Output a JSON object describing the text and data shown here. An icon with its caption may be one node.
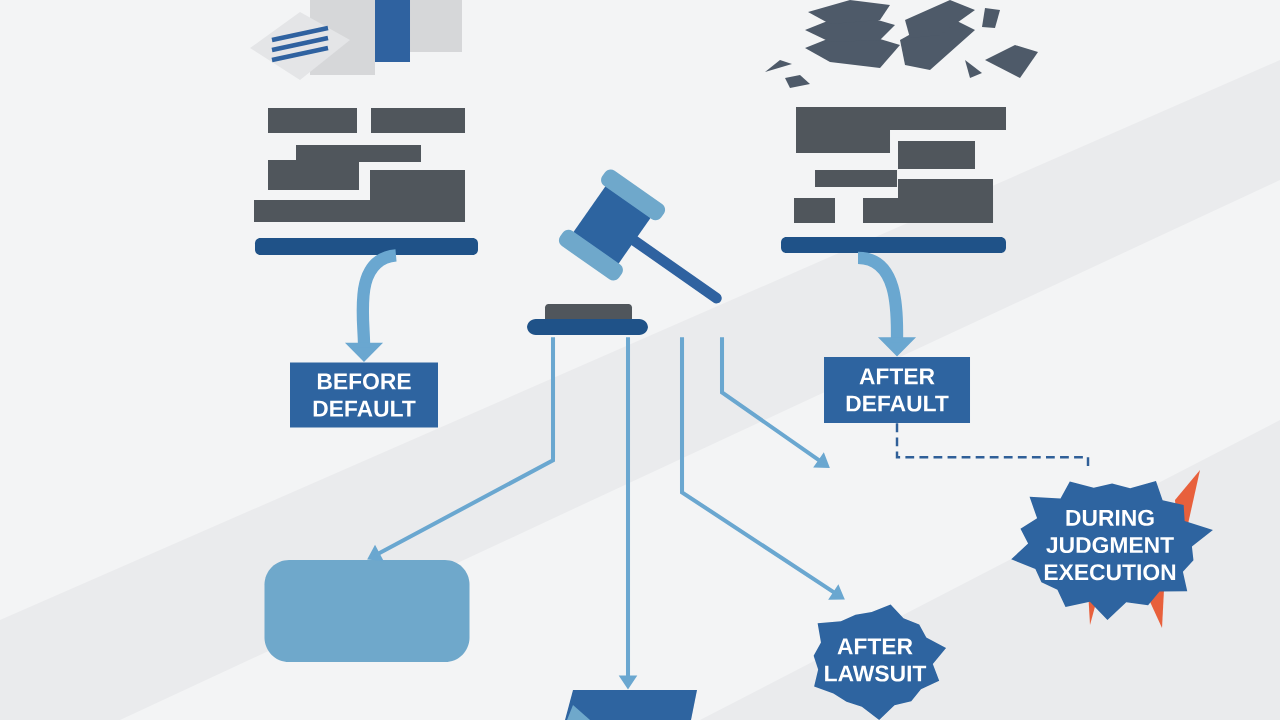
{
  "diagram": {
    "nodes": [
      {
        "text": [],
        "shape": "picture"
      },
      {
        "text": [],
        "shape": "picture"
      },
      {
        "text": [
          "BEFORE DEFAULT"
        ]
      },
      {
        "text": [],
        "shape": "picture"
      },
      {
        "text": [],
        "shape": "picture"
      },
      {
        "text": [
          "AFTER DEFAULT"
        ]
      },
      {
        "text": [],
        "shape": "picture"
      },
      {
        "text": [],
        "shape": "box"
      },
      {
        "text": [],
        "shape": "box"
      },
      {
        "text": [
          "AFTER LAWSUIT"
        ]
      },
      {
        "text": [
          "DURING JUDGMENT EXECUTION"
        ]
      }
    ],
    "edges": [
      {
        "from": 1,
        "to": 2,
        "arrow": "to",
        "style": "thick"
      },
      {
        "from": 4,
        "to": 5,
        "arrow": "to",
        "style": "thick"
      },
      {
        "from": 6,
        "to": 7,
        "arrow": "to"
      },
      {
        "from": 6,
        "to": 8,
        "arrow": "to"
      },
      {
        "from": 6,
        "to": 9,
        "arrow": "to"
      },
      {
        "from": 6,
        "to": null,
        "arrow": "to"
      },
      {
        "from": 5,
        "to": 10,
        "arrow": "none",
        "style": "dashed",
        "color": "#2f5f98"
      }
    ]
  }
}
